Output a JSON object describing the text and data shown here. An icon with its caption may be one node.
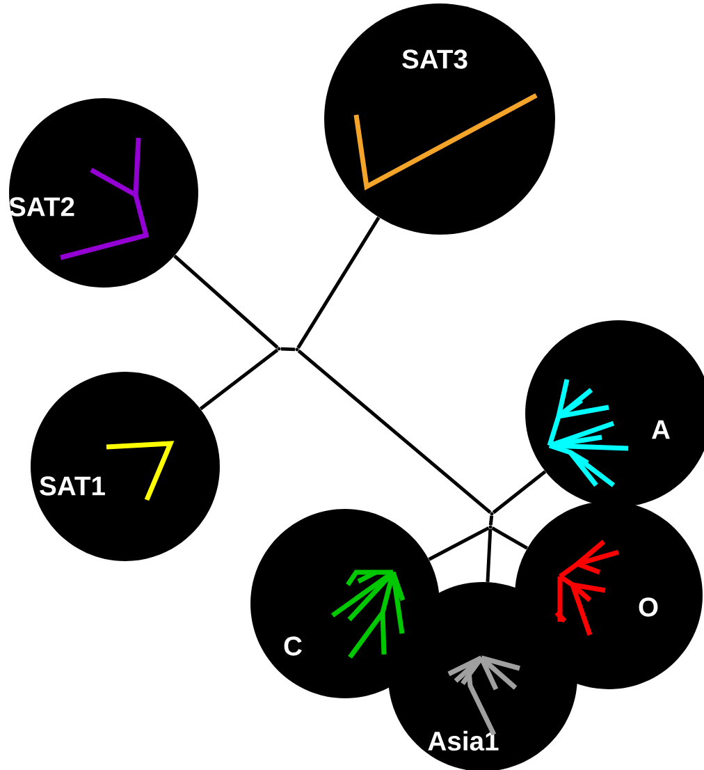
{
  "diagram": {
    "nodes": [
      {
        "text": [
          "SAT3"
        ]
      },
      {
        "text": [
          "SAT2"
        ]
      },
      {
        "text": [
          "SAT1"
        ]
      },
      {
        "text": [
          "A"
        ]
      },
      {
        "text": [
          "O"
        ]
      },
      {
        "text": [
          "C"
        ]
      },
      {
        "text": [
          "Asia1"
        ]
      },
      {
        "text": [],
        "shape": "point"
      },
      {
        "text": [],
        "shape": "point"
      },
      {
        "text": [],
        "shape": "point"
      },
      {
        "text": [],
        "shape": "point"
      }
    ],
    "edges": [
      {
        "from": 7,
        "to": 1,
        "arrow": "none"
      },
      {
        "from": 7,
        "to": 2,
        "arrow": "none"
      },
      {
        "from": 7,
        "to": 8,
        "arrow": "none"
      },
      {
        "from": 8,
        "to": 0,
        "arrow": "none"
      },
      {
        "from": 8,
        "to": 9,
        "arrow": "none"
      },
      {
        "from": 9,
        "to": 3,
        "arrow": "none"
      },
      {
        "from": 9,
        "to": 10,
        "arrow": "none"
      },
      {
        "from": 10,
        "to": 5,
        "arrow": "none"
      },
      {
        "from": 10,
        "to": 6,
        "arrow": "none"
      },
      {
        "from": 10,
        "to": 4,
        "arrow": "none"
      }
    ]
  }
}
